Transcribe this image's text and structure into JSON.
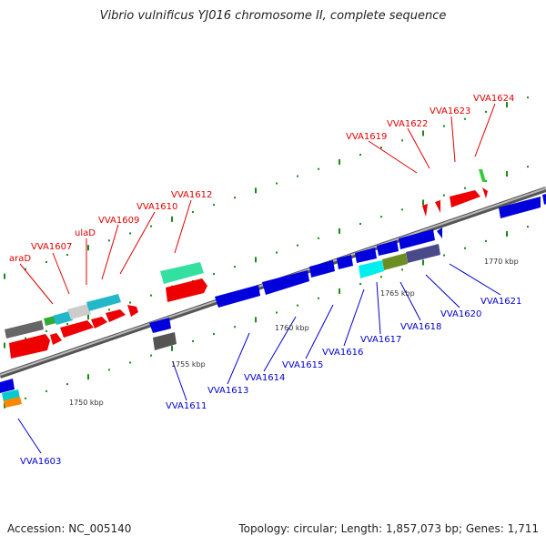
{
  "title": "Vibrio vulnificus YJ016 chromosome II, complete sequence",
  "footer": {
    "accession": "Accession: NC_005140",
    "summary": "Topology: circular; Length: 1,857,073 bp; Genes: 1,711"
  },
  "tick_labels": [
    "1750 kbp",
    "1755 kbp",
    "1760 kbp",
    "1765 kbp",
    "1770 kbp"
  ],
  "colors": {
    "forward_label": "#e00000",
    "reverse_label": "#0000cc",
    "backbone": "#888888",
    "tick": "#1a8a1a"
  },
  "forward_labels": [
    "araD",
    "VVA1607",
    "ulaD",
    "VVA1609",
    "VVA1610",
    "VVA1612",
    "VVA1619",
    "VVA1622",
    "VVA1623",
    "VVA1624"
  ],
  "reverse_labels": [
    "VVA1603",
    "VVA1611",
    "VVA1613",
    "VVA1614",
    "VVA1615",
    "VVA1616",
    "VVA1617",
    "VVA1618",
    "VVA1620",
    "VVA1621"
  ]
}
